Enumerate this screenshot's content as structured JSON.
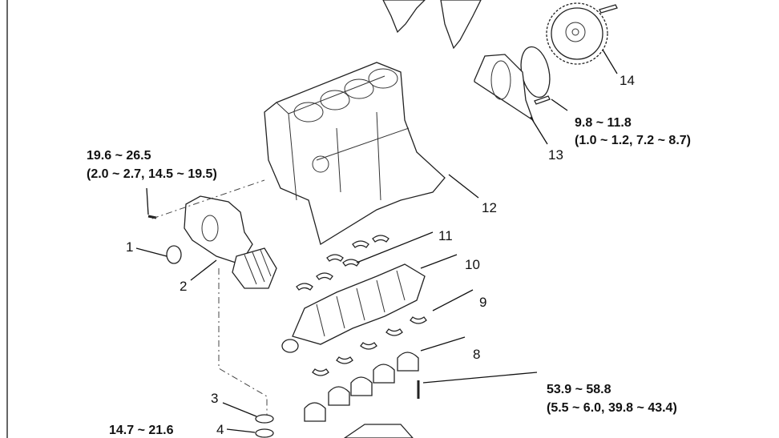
{
  "diagram": {
    "callouts": {
      "c1": "1",
      "c2": "2",
      "c3": "3",
      "c4": "4",
      "c8": "8",
      "c9": "9",
      "c10": "10",
      "c11": "11",
      "c12": "12",
      "c13": "13",
      "c14": "14"
    },
    "torques": {
      "front_bolt": {
        "main": "19.6 ~ 26.5",
        "sub": "(2.0 ~ 2.7, 14.5 ~ 19.5)"
      },
      "seal_bolt": {
        "main": "9.8 ~ 11.8",
        "sub": "(1.0 ~ 1.2, 7.2 ~ 8.7)"
      },
      "bearing_cap_bolt": {
        "main": "53.9 ~ 58.8",
        "sub": "(5.5 ~ 6.0, 39.8 ~ 43.4)"
      },
      "bottom_bolt": {
        "main": "14.7 ~ 21.6"
      }
    }
  }
}
